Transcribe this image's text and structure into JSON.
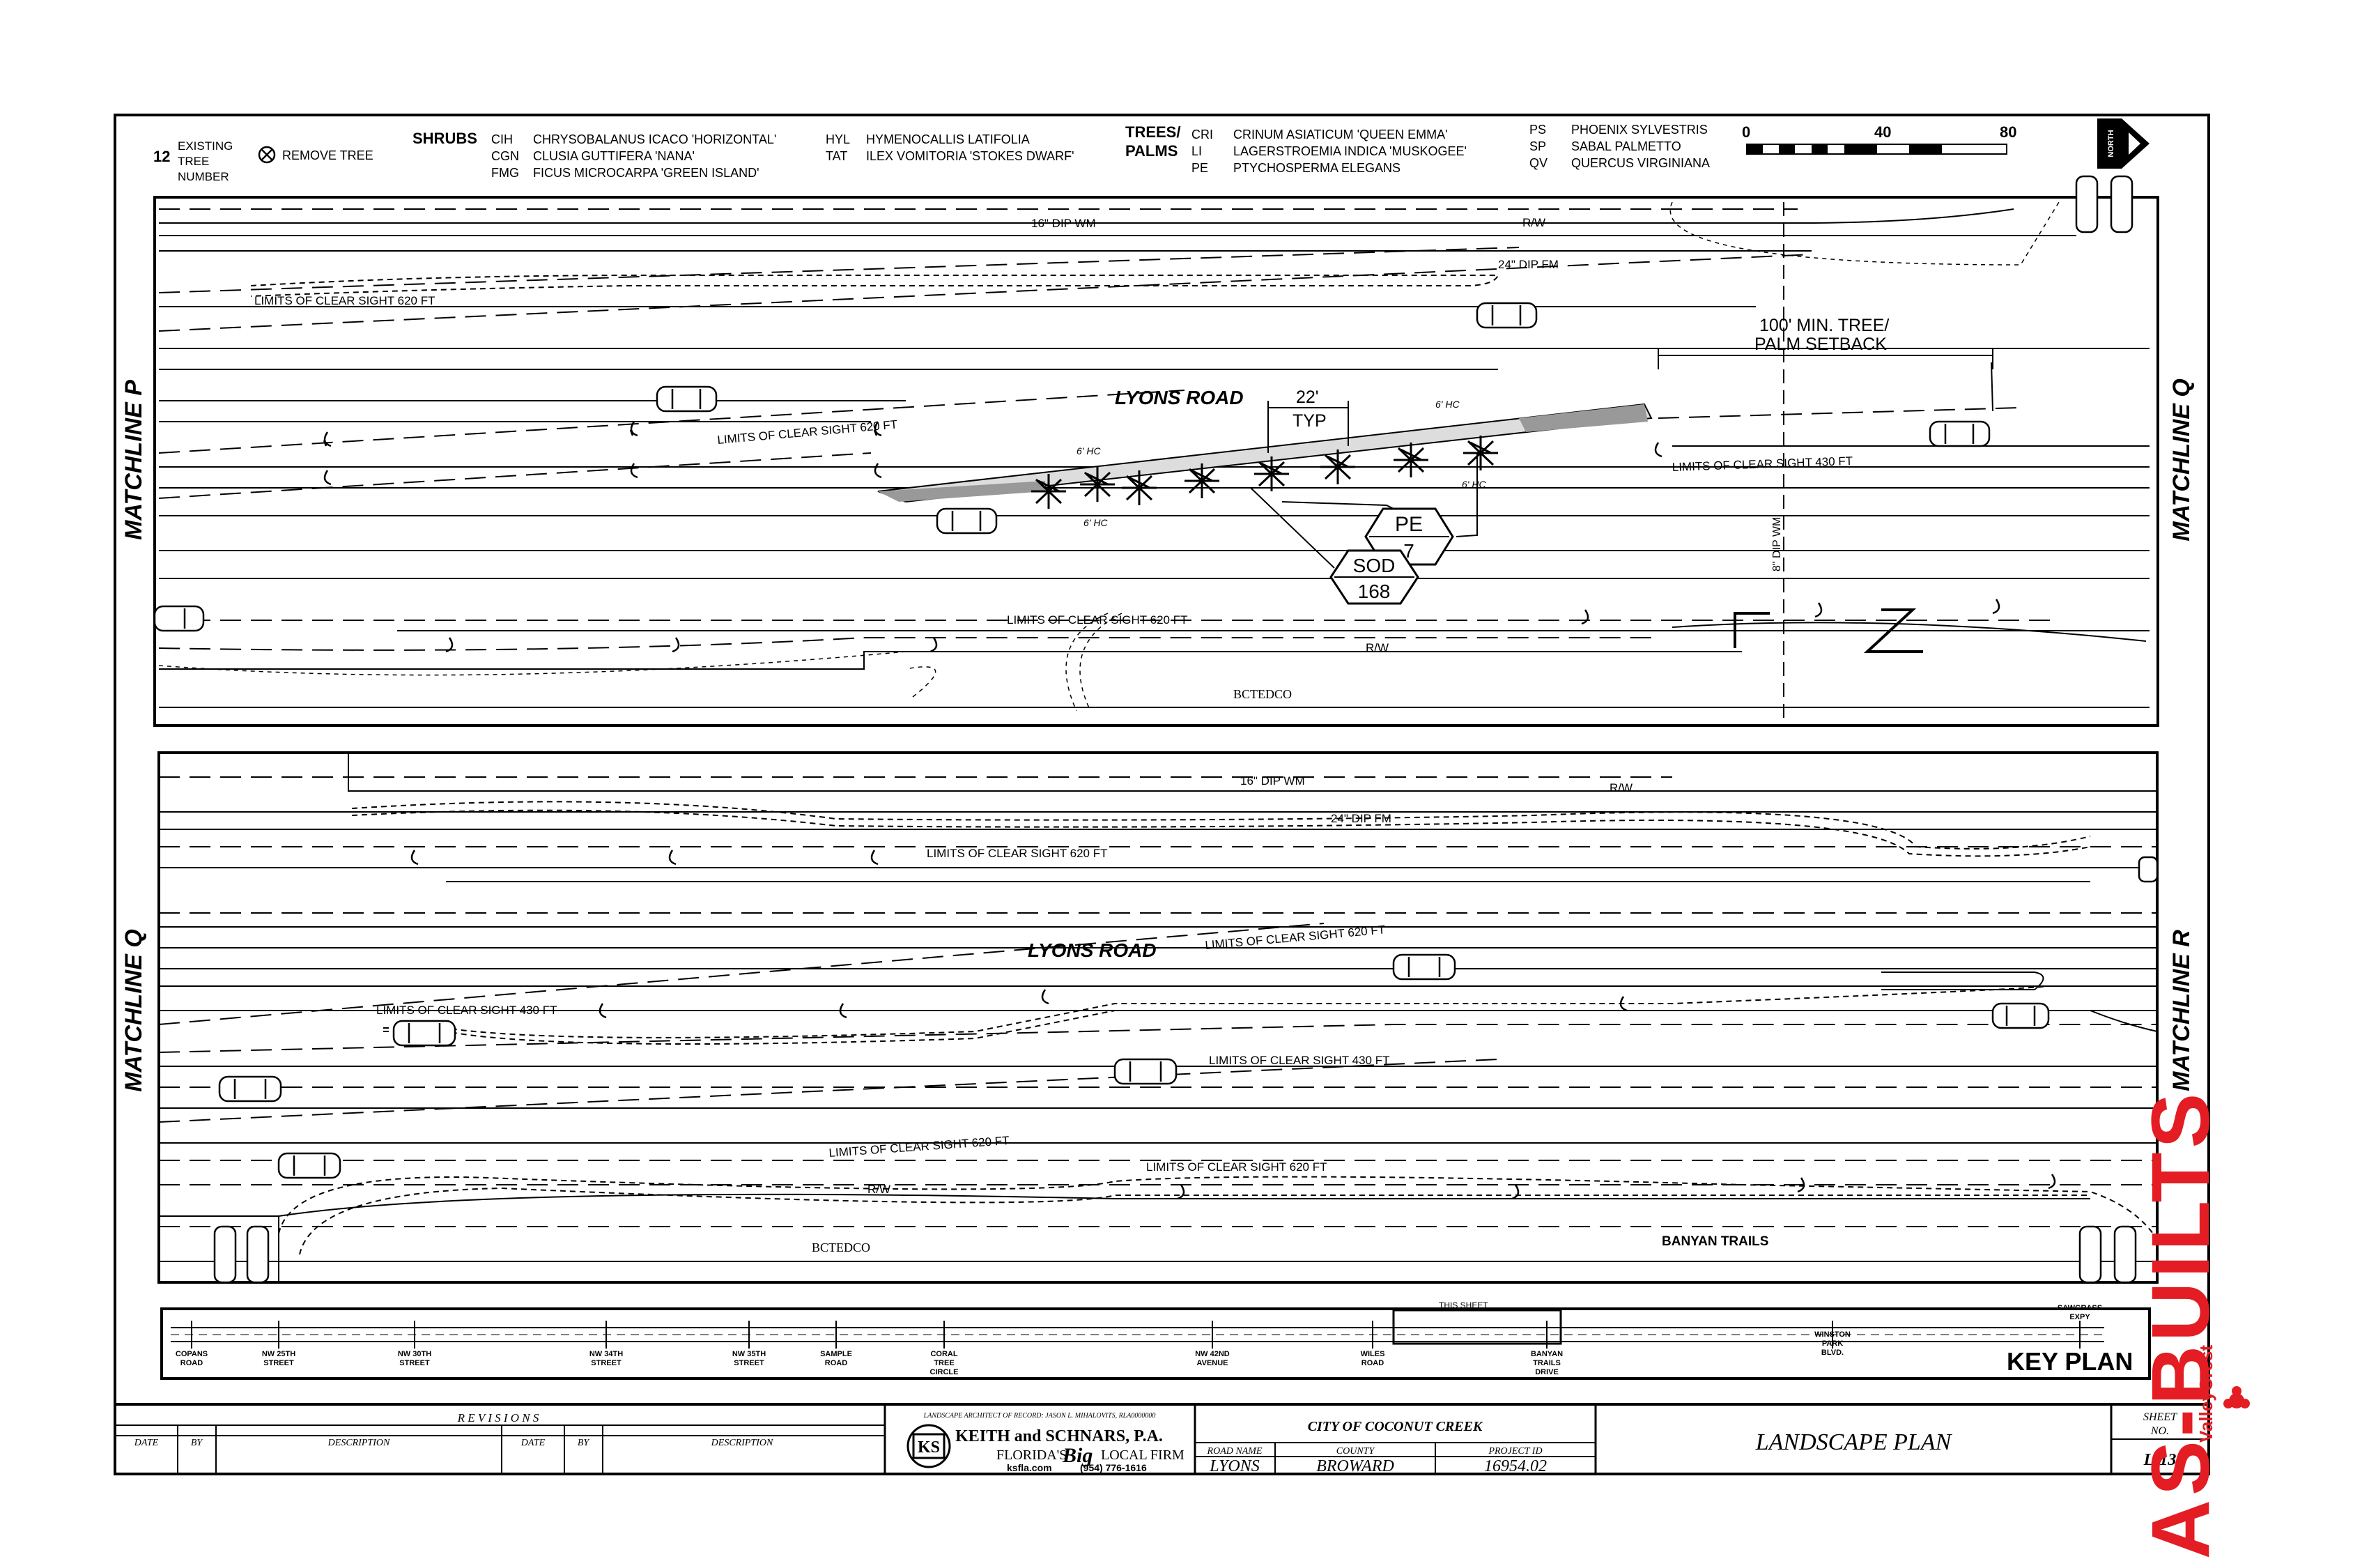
{
  "legend": {
    "tree_number_example": "12",
    "existing_tree_lines": [
      "EXISTING",
      "TREE",
      "NUMBER"
    ],
    "remove_tree": "REMOVE TREE",
    "shrubs_heading": "SHRUBS",
    "shrubs": [
      {
        "code": "CIH",
        "name": "CHRYSOBALANUS ICACO 'HORIZONTAL'"
      },
      {
        "code": "CGN",
        "name": "CLUSIA GUTTIFERA 'NANA'"
      },
      {
        "code": "FMG",
        "name": "FICUS MICROCARPA 'GREEN ISLAND'"
      },
      {
        "code": "HYL",
        "name": "HYMENOCALLIS LATIFOLIA"
      },
      {
        "code": "TAT",
        "name": "ILEX VOMITORIA 'STOKES DWARF'"
      }
    ],
    "trees_heading_1": "TREES/",
    "trees_heading_2": "PALMS",
    "trees": [
      {
        "code": "CRI",
        "name": "CRINUM ASIATICUM 'QUEEN EMMA'"
      },
      {
        "code": "LI",
        "name": "LAGERSTROEMIA INDICA 'MUSKOGEE'"
      },
      {
        "code": "PE",
        "name": "PTYCHOSPERMA ELEGANS"
      },
      {
        "code": "PS",
        "name": "PHOENIX SYLVESTRIS"
      },
      {
        "code": "SP",
        "name": "SABAL PALMETTO"
      },
      {
        "code": "QV",
        "name": "QUERCUS VIRGINIANA"
      }
    ]
  },
  "scale": {
    "labels": [
      "0",
      "40",
      "80"
    ]
  },
  "north_label": "NORTH",
  "plan1": {
    "matchline_left": "MATCHLINE P",
    "matchline_right": "MATCHLINE Q",
    "road_name": "LYONS ROAD",
    "wm": "16\" DIP WM",
    "fm": "24\" DIP FM",
    "rw": "R/W",
    "sight_620": "LIMITS OF CLEAR SIGHT 620 FT",
    "sight_430": "LIMITS OF CLEAR SIGHT 430 FT",
    "setback_1": "100' MIN. TREE/",
    "setback_2": "PALM SETBACK",
    "dim_22": "22'",
    "dim_typ": "TYP",
    "hc": "6' HC",
    "tag_pe_code": "PE",
    "tag_pe_count": "7",
    "tag_sod_code": "SOD",
    "tag_sod_count": "168",
    "wm_vertical": "8\" DIP WM",
    "bcted": "BCTEDCO"
  },
  "plan2": {
    "matchline_left": "MATCHLINE Q",
    "matchline_right": "MATCHLINE R",
    "road_name": "LYONS ROAD",
    "wm": "16\" DIP WM",
    "fm": "24\" DIP FM",
    "rw": "R/W",
    "sight_620": "LIMITS OF CLEAR SIGHT 620 FT",
    "sight_430": "LIMITS OF CLEAR SIGHT 430 FT",
    "bcted": "BCTEDCO",
    "banyan": "BANYAN TRAILS"
  },
  "key_plan": {
    "title": "KEY PLAN",
    "this_sheet": "THIS SHEET",
    "streets": [
      [
        "COPANS",
        "ROAD"
      ],
      [
        "NW 25TH",
        "STREET"
      ],
      [
        "NW 30TH",
        "STREET"
      ],
      [
        "NW 34TH",
        "STREET"
      ],
      [
        "NW 35TH",
        "STREET"
      ],
      [
        "SAMPLE",
        "ROAD"
      ],
      [
        "CORAL",
        "TREE",
        "CIRCLE"
      ],
      [
        "NW 42ND",
        "AVENUE"
      ],
      [
        "WILES",
        "ROAD"
      ],
      [
        "BANYAN",
        "TRAILS",
        "DRIVE"
      ],
      [
        "WINSTON",
        "PARK",
        "BLVD."
      ],
      [
        "SAWGRASS",
        "EXPY"
      ]
    ]
  },
  "title_block": {
    "revisions": "R E V I S I O N S",
    "col_date": "DATE",
    "col_by": "BY",
    "col_desc": "DESCRIPTION",
    "architect": "LANDSCAPE ARCHITECT OF RECORD: JASON L. MIHALOVITS, RLA0000000",
    "firm_name": "KEITH and SCHNARS, P.A.",
    "firm_tag_1": "FLORIDA'S",
    "firm_tag_2": "Big",
    "firm_tag_3": "LOCAL FIRM",
    "logo": "KS",
    "website": "ksfla.com",
    "phone": "(954) 776-1616",
    "client": "CITY OF COCONUT CREEK",
    "road_name_label": "ROAD NAME",
    "county_label": "COUNTY",
    "project_id_label": "PROJECT ID",
    "road_name": "LYONS",
    "county": "BROWARD",
    "project_id": "16954.02",
    "sheet_title": "LANDSCAPE PLAN",
    "sheet_label_1": "SHEET",
    "sheet_label_2": "NO.",
    "sheet_no": "L-13"
  },
  "stamp": "AS-BUILTS",
  "contractor": "ValleyCrest",
  "colors": {
    "stamp": "#e31d23",
    "ink": "#000000"
  }
}
